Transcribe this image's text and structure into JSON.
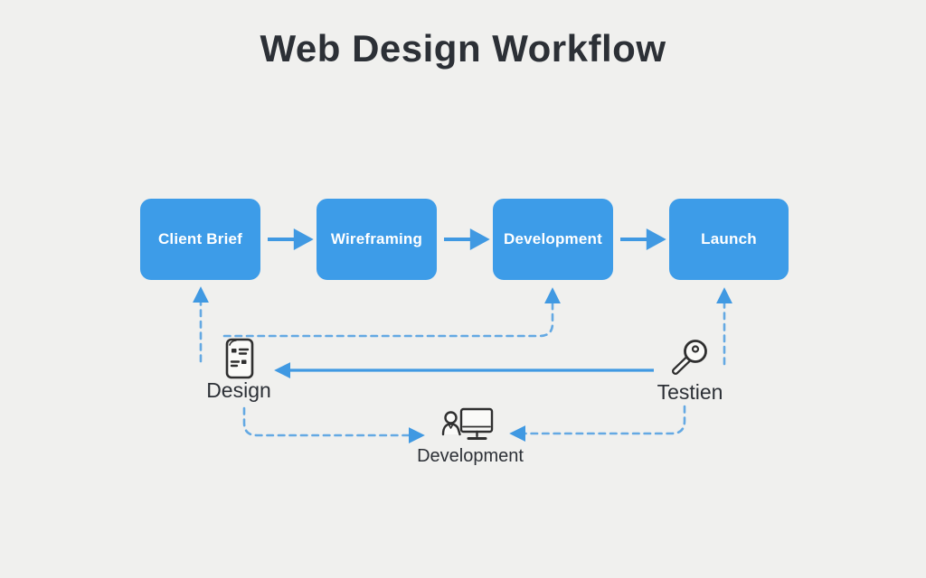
{
  "title": "Web Design Workflow",
  "flow": {
    "nodes": [
      {
        "label": "Client Brief"
      },
      {
        "label": "Wireframing"
      },
      {
        "label": "Development"
      },
      {
        "label": "Launch"
      }
    ]
  },
  "subflow": {
    "design_label": "Design",
    "development_label": "Development",
    "testing_label": "Testien",
    "icons": {
      "design": "design-brief-icon",
      "development": "developer-workstation-icon",
      "testing": "magnifier-icon"
    }
  },
  "colors": {
    "background": "#f0f0ee",
    "node_fill": "#3d9ce8",
    "node_text": "#ffffff",
    "arrow_solid": "#4099e2",
    "arrow_dashed": "#64a9e3",
    "text_dark": "#2c3036",
    "icon_stroke": "#2f2f2f"
  }
}
